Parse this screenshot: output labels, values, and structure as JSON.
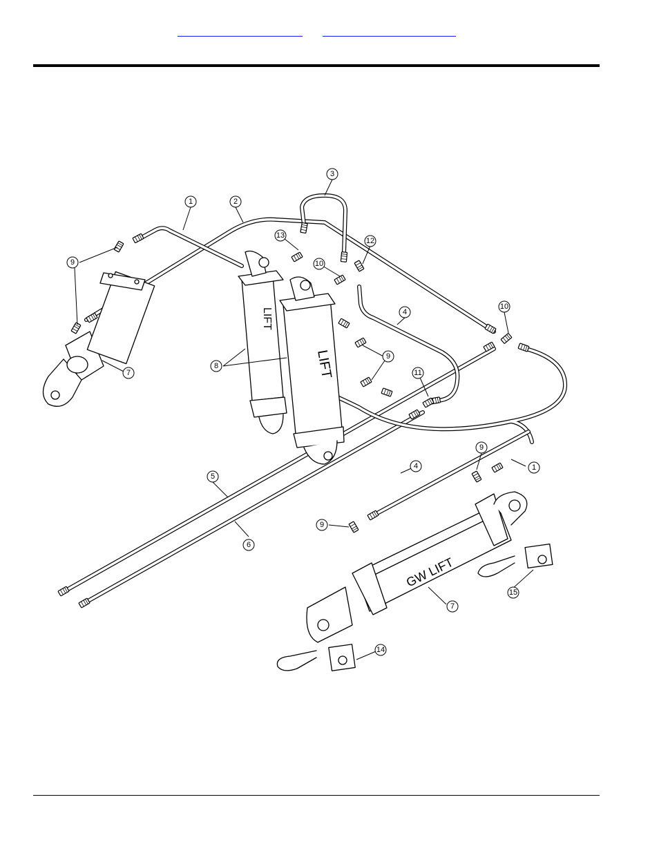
{
  "header": {
    "links": [
      "",
      ""
    ]
  },
  "diagram": {
    "callouts": [
      "1",
      "2",
      "3",
      "4",
      "5",
      "6",
      "7",
      "8",
      "9",
      "10",
      "11",
      "12",
      "13",
      "14",
      "15"
    ],
    "cylinder_labels": [
      "LIFT",
      "LIFT",
      "GW LIFT"
    ]
  }
}
